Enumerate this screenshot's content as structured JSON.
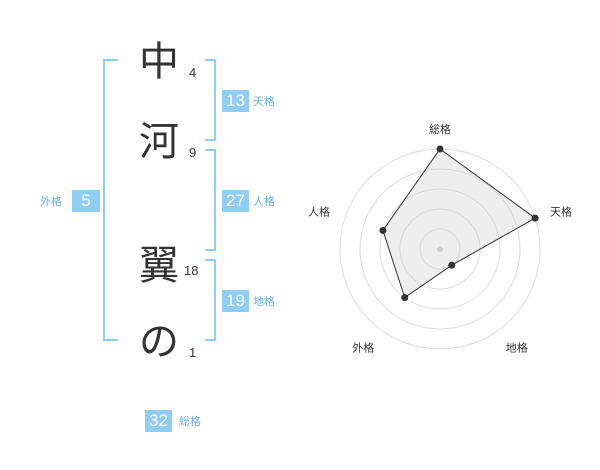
{
  "name": {
    "characters": [
      {
        "char": "中",
        "strokes": "4"
      },
      {
        "char": "河",
        "strokes": "9"
      },
      {
        "char": "翼",
        "strokes": "18"
      },
      {
        "char": "の",
        "strokes": "1"
      }
    ]
  },
  "scores": {
    "tenkaku": {
      "value": "13",
      "label": "天格"
    },
    "jinkaku": {
      "value": "27",
      "label": "人格"
    },
    "chikaku": {
      "value": "19",
      "label": "地格"
    },
    "gaikaku": {
      "value": "5",
      "label": "外格"
    },
    "soukaku": {
      "value": "32",
      "label": "総格"
    }
  },
  "colors": {
    "accent": "#8fcdf5",
    "bracket": "#8fcdf5",
    "label_text": "#6ab4e8",
    "main_text": "#333333"
  },
  "chart_data": {
    "type": "radar",
    "axes": [
      "総格",
      "天格",
      "地格",
      "外格",
      "人格"
    ],
    "values": [
      5,
      5,
      1,
      3,
      3
    ],
    "rmax": 5,
    "rings": 5,
    "grid": true
  }
}
